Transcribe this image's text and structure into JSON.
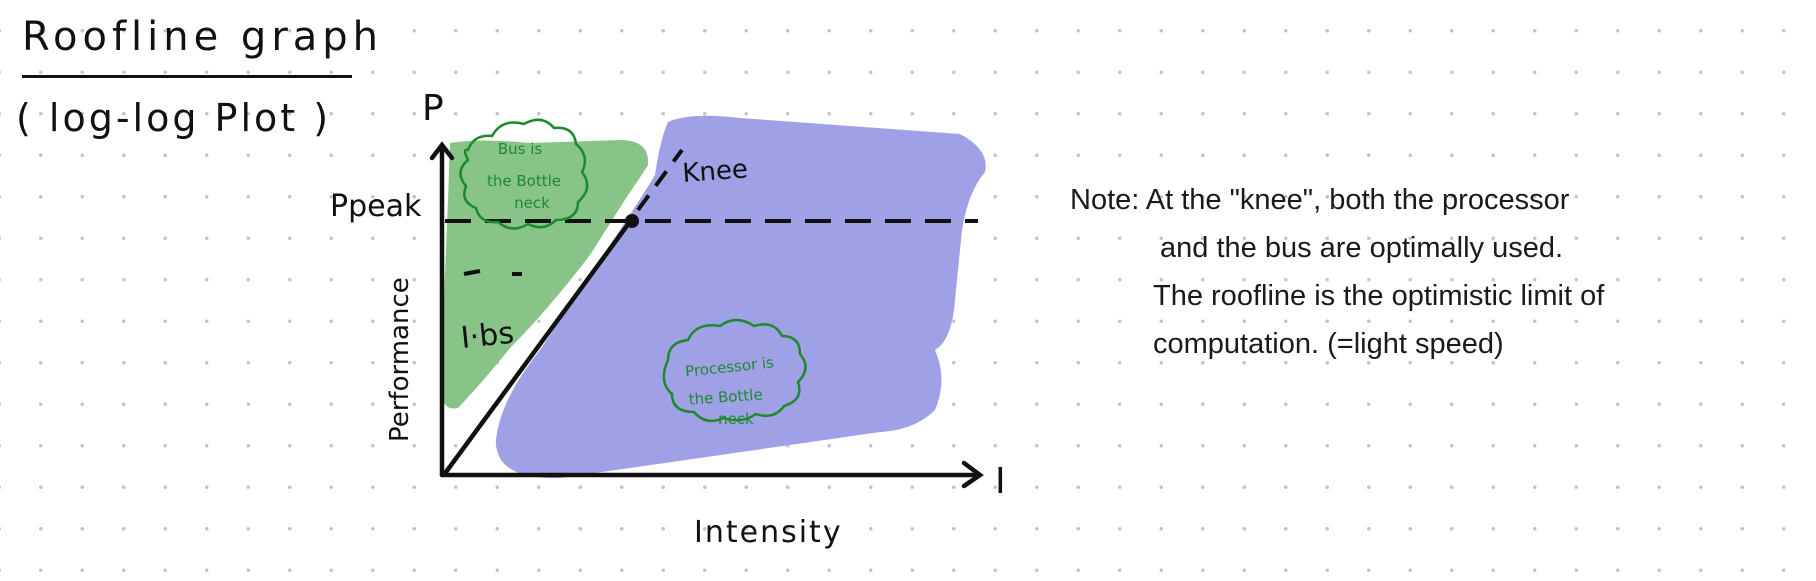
{
  "page": {
    "title": "Roofline graph",
    "subtitle": "( log-log Plot )"
  },
  "diagram": {
    "y_axis_letter": "P",
    "x_axis_letter": "I",
    "y_axis_label": "Performance",
    "x_axis_label": "Intensity",
    "peak_label": "Ppeak",
    "knee_label": "Knee",
    "bus_slope_label": "I·bs",
    "bus_region_label": [
      "Bus is",
      "the Bottle",
      "neck"
    ],
    "processor_region_label": [
      "Processor is",
      "the Bottle",
      "neck"
    ],
    "colors": {
      "bus_region": "#88c487",
      "processor_region": "#9fa0e6",
      "region_text": "#1e8a2e",
      "ink": "#111111"
    }
  },
  "note": {
    "lines": [
      "Note: At the \"knee\", both the processor",
      "and the bus are optimally used.",
      "The roofline is the optimistic limit of",
      "computation. (=light speed)"
    ]
  }
}
